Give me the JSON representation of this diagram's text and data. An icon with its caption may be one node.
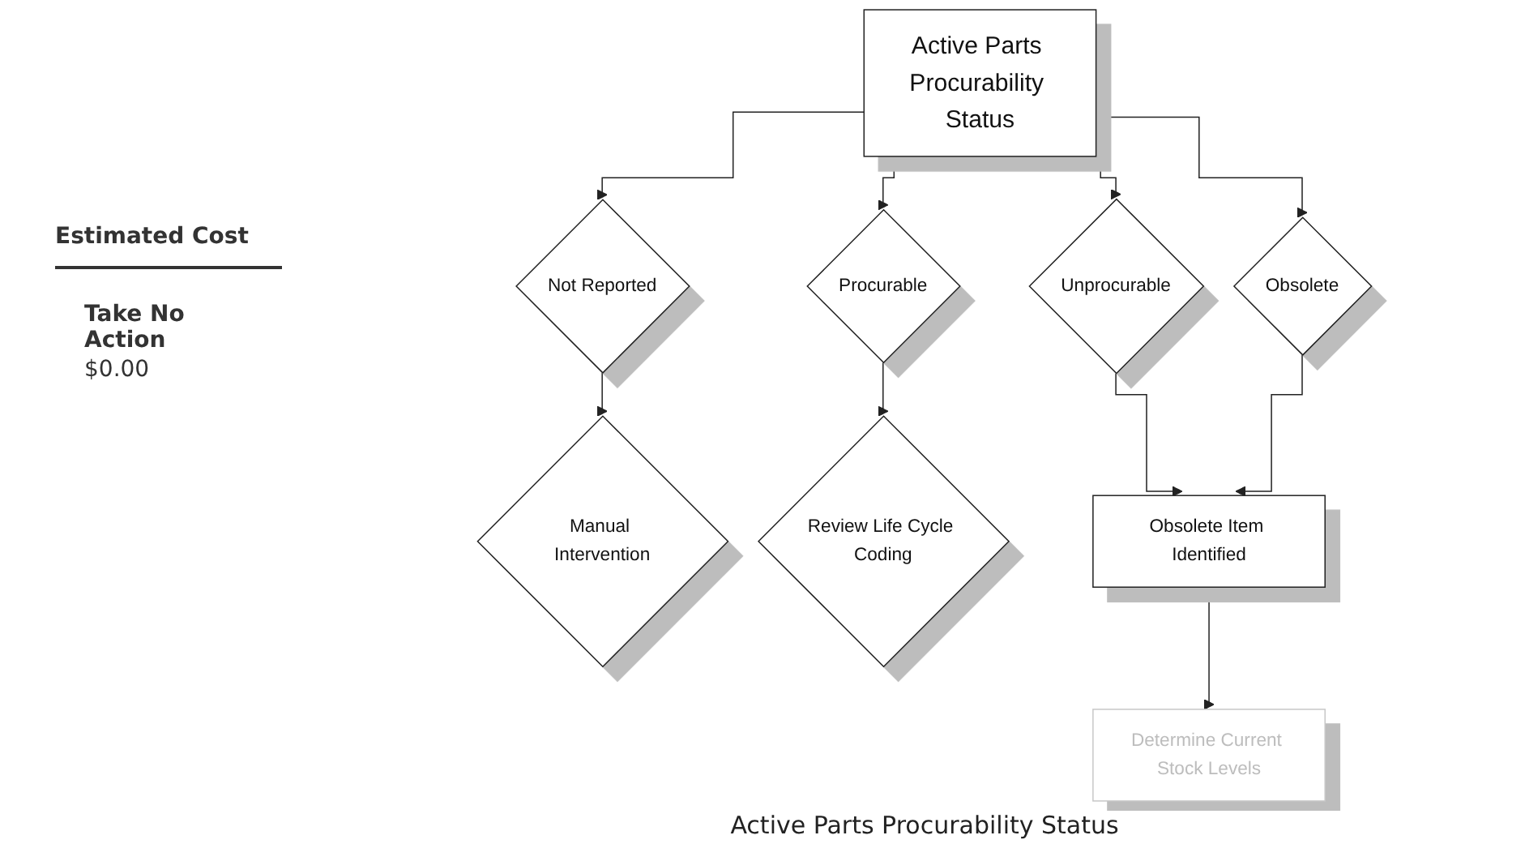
{
  "diagram": {
    "caption": "Active Parts Procurability Status",
    "nodes": [
      {
        "text": [
          "Active Parts Procurability Status"
        ]
      },
      {
        "text": [
          "Not Reported"
        ]
      },
      {
        "text": [
          "Procurable"
        ]
      },
      {
        "text": [
          "Unprocurable"
        ]
      },
      {
        "text": [
          "Obsolete"
        ]
      },
      {
        "text": [
          "Manual Intervention"
        ]
      },
      {
        "text": [
          "Review Life Cycle Coding"
        ]
      },
      {
        "text": [
          "Obsolete Item Identified"
        ]
      },
      {
        "text": [
          "Determine Current Stock Levels"
        ]
      }
    ],
    "edges": [
      {
        "from": 0,
        "to": 1,
        "arrow": "to"
      },
      {
        "from": 0,
        "to": 2,
        "arrow": "to"
      },
      {
        "from": 0,
        "to": 3,
        "arrow": "to"
      },
      {
        "from": 0,
        "to": 4,
        "arrow": "to"
      },
      {
        "from": 1,
        "to": 5,
        "arrow": "to"
      },
      {
        "from": 2,
        "to": 6,
        "arrow": "to"
      },
      {
        "from": 3,
        "to": 7,
        "arrow": "to"
      },
      {
        "from": 4,
        "to": 7,
        "arrow": "to"
      },
      {
        "from": 7,
        "to": 8,
        "arrow": "to"
      }
    ],
    "labels": [
      "Estimated Cost",
      "Take No Action",
      "$0.00"
    ]
  }
}
